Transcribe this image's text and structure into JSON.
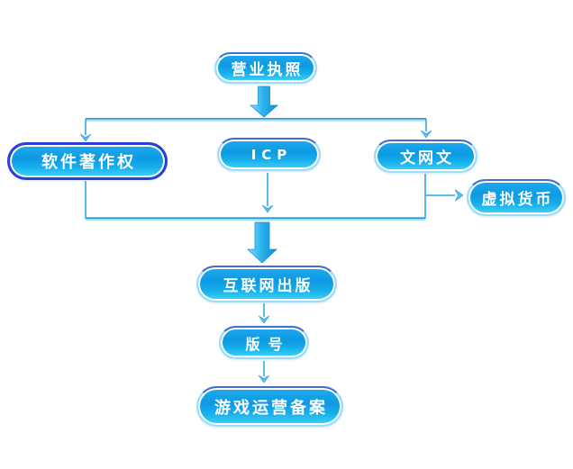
{
  "diagram": {
    "type": "flowchart",
    "background": "#ffffff",
    "nodes": [
      {
        "id": "business-license",
        "label": "营业执照"
      },
      {
        "id": "software-copyright",
        "label": "软件著作权",
        "highlighted": true
      },
      {
        "id": "icp",
        "label": "ICP"
      },
      {
        "id": "wenwangwen",
        "label": "文网文"
      },
      {
        "id": "virtual-currency",
        "label": "虚拟货币"
      },
      {
        "id": "internet-publishing",
        "label": "互联网出版"
      },
      {
        "id": "publication-number",
        "label": "版号"
      },
      {
        "id": "game-operation-filing",
        "label": "游戏运营备案"
      }
    ],
    "edges": [
      {
        "from": "business-license",
        "to": "software-copyright"
      },
      {
        "from": "business-license",
        "to": "icp"
      },
      {
        "from": "business-license",
        "to": "wenwangwen"
      },
      {
        "from": "wenwangwen",
        "to": "virtual-currency"
      },
      {
        "from": "software-copyright",
        "to": "internet-publishing"
      },
      {
        "from": "icp",
        "to": "internet-publishing"
      },
      {
        "from": "wenwangwen",
        "to": "internet-publishing"
      },
      {
        "from": "internet-publishing",
        "to": "publication-number"
      },
      {
        "from": "publication-number",
        "to": "game-operation-filing"
      }
    ],
    "colors": {
      "node_fill_top": "#1ca7ea",
      "node_fill_bottom": "#41d4f8",
      "node_outer_border": "#9bdcf8",
      "node_top_edge": "#3e6ed6",
      "node_inner_border": "#ffffff",
      "highlight_border": "#2b3fd6",
      "connector": "#48b0e9",
      "connector_dark": "#1f96dc",
      "connector_light": "#93dff8",
      "fat_arrow_light": "#86dff9",
      "fat_arrow_dark": "#0d8cd2",
      "text": "#ffffff"
    }
  }
}
